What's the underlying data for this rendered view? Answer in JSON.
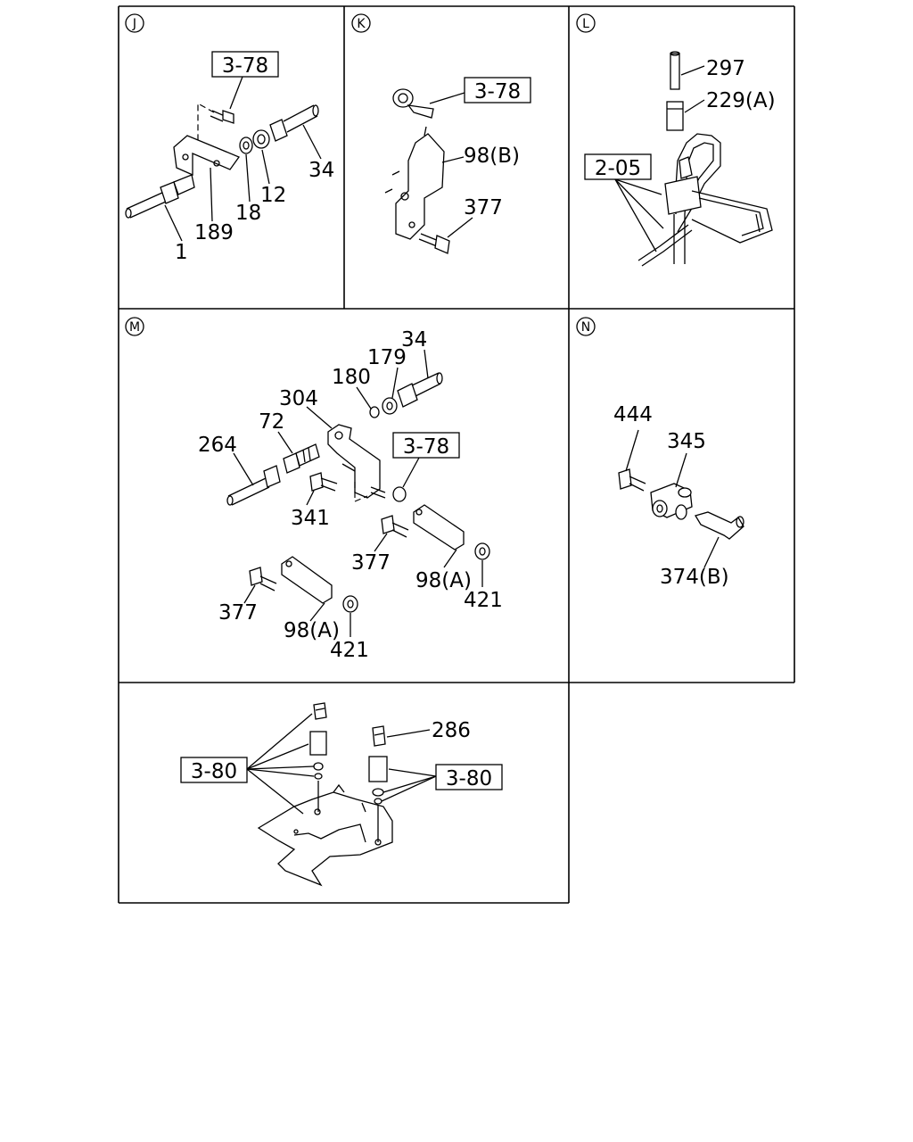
{
  "panels": {
    "J": {
      "id": "J",
      "labels": {
        "ref": "3-78",
        "p34": "34",
        "p12": "12",
        "p18": "18",
        "p189": "189",
        "p1": "1"
      }
    },
    "K": {
      "id": "K",
      "labels": {
        "ref": "3-78",
        "p98b": "98(B)",
        "p377": "377"
      }
    },
    "L": {
      "id": "L",
      "labels": {
        "p297": "297",
        "p229a": "229(A)",
        "ref": "2-05"
      }
    },
    "M": {
      "id": "M",
      "labels": {
        "p34": "34",
        "p179": "179",
        "p180": "180",
        "p304": "304",
        "p72": "72",
        "p264": "264",
        "ref": "3-78",
        "p341": "341",
        "p377a": "377",
        "p98a1": "98(A)",
        "p421a": "421",
        "p377b": "377",
        "p98a2": "98(A)",
        "p421b": "421"
      }
    },
    "N": {
      "id": "N",
      "labels": {
        "p444": "444",
        "p345": "345",
        "p374b": "374(B)"
      }
    },
    "O": {
      "labels": {
        "p286": "286",
        "ref1": "3-80",
        "ref2": "3-80"
      }
    }
  }
}
